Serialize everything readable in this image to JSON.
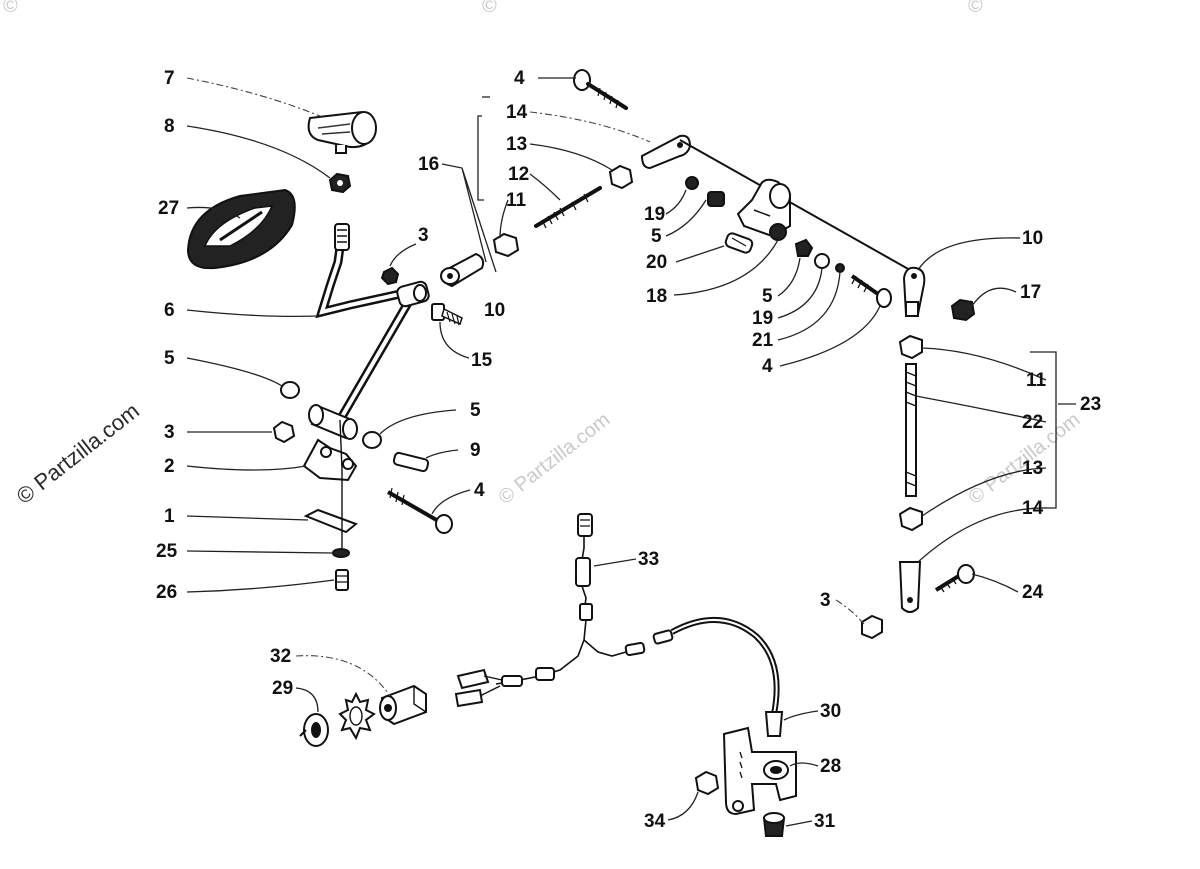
{
  "watermark": {
    "text": "© Partzilla.com",
    "faint": "Partzilla.com",
    "corner": "©"
  },
  "callouts": [
    {
      "id": "c7",
      "text": "7"
    },
    {
      "id": "c8",
      "text": "8"
    },
    {
      "id": "c27",
      "text": "27"
    },
    {
      "id": "c6",
      "text": "6"
    },
    {
      "id": "c3a",
      "text": "3"
    },
    {
      "id": "c15",
      "text": "15"
    },
    {
      "id": "c16",
      "text": "16"
    },
    {
      "id": "c10a",
      "text": "10"
    },
    {
      "id": "c11a",
      "text": "11"
    },
    {
      "id": "c12",
      "text": "12"
    },
    {
      "id": "c13a",
      "text": "13"
    },
    {
      "id": "c14a",
      "text": "14"
    },
    {
      "id": "c4a",
      "text": "4"
    },
    {
      "id": "c19a",
      "text": "19"
    },
    {
      "id": "c5a",
      "text": "5"
    },
    {
      "id": "c20",
      "text": "20"
    },
    {
      "id": "c18",
      "text": "18"
    },
    {
      "id": "c5b",
      "text": "5"
    },
    {
      "id": "c19b",
      "text": "19"
    },
    {
      "id": "c21",
      "text": "21"
    },
    {
      "id": "c4b",
      "text": "4"
    },
    {
      "id": "c10b",
      "text": "10"
    },
    {
      "id": "c17",
      "text": "17"
    },
    {
      "id": "c11b",
      "text": "11"
    },
    {
      "id": "c22",
      "text": "22"
    },
    {
      "id": "c23",
      "text": "23"
    },
    {
      "id": "c13b",
      "text": "13"
    },
    {
      "id": "c14b",
      "text": "14"
    },
    {
      "id": "c24",
      "text": "24"
    },
    {
      "id": "c3b",
      "text": "3"
    },
    {
      "id": "c5c",
      "text": "5"
    },
    {
      "id": "c3c",
      "text": "3"
    },
    {
      "id": "c5d",
      "text": "5"
    },
    {
      "id": "c9",
      "text": "9"
    },
    {
      "id": "c2",
      "text": "2"
    },
    {
      "id": "c4c",
      "text": "4"
    },
    {
      "id": "c1",
      "text": "1"
    },
    {
      "id": "c25",
      "text": "25"
    },
    {
      "id": "c26",
      "text": "26"
    },
    {
      "id": "c33",
      "text": "33"
    },
    {
      "id": "c32",
      "text": "32"
    },
    {
      "id": "c29",
      "text": "29"
    },
    {
      "id": "c30",
      "text": "30"
    },
    {
      "id": "c28",
      "text": "28"
    },
    {
      "id": "c34",
      "text": "34"
    },
    {
      "id": "c31",
      "text": "31"
    }
  ]
}
